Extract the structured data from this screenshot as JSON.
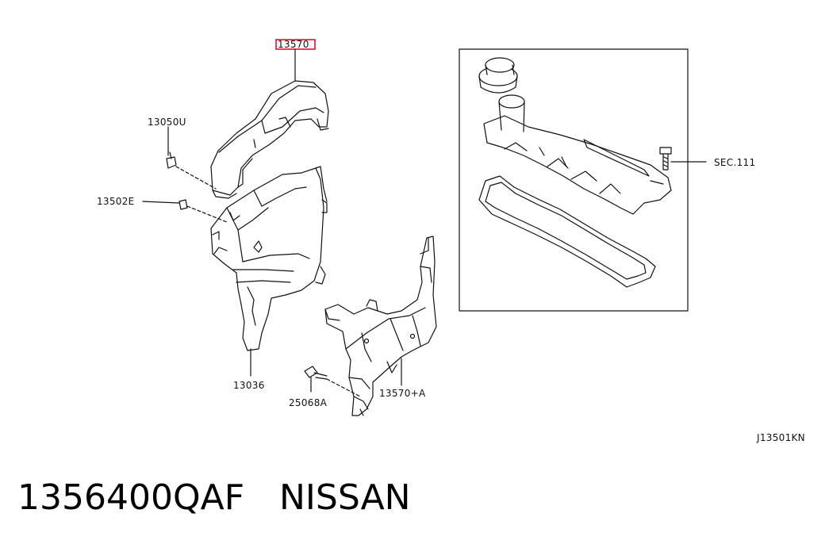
{
  "diagram": {
    "callouts": {
      "highlighted_part": "13570",
      "clip": "13050U",
      "bolt_left": "13502E",
      "inner_cover": "13036",
      "bolt_bottom": "25068A",
      "lower_cover": "13570+A",
      "section_ref": "SEC.111"
    },
    "drawing_code": "J13501KN",
    "highlight_color": "#e0001b"
  },
  "footer": {
    "part_number": "1356400QAF",
    "brand": "NISSAN"
  }
}
